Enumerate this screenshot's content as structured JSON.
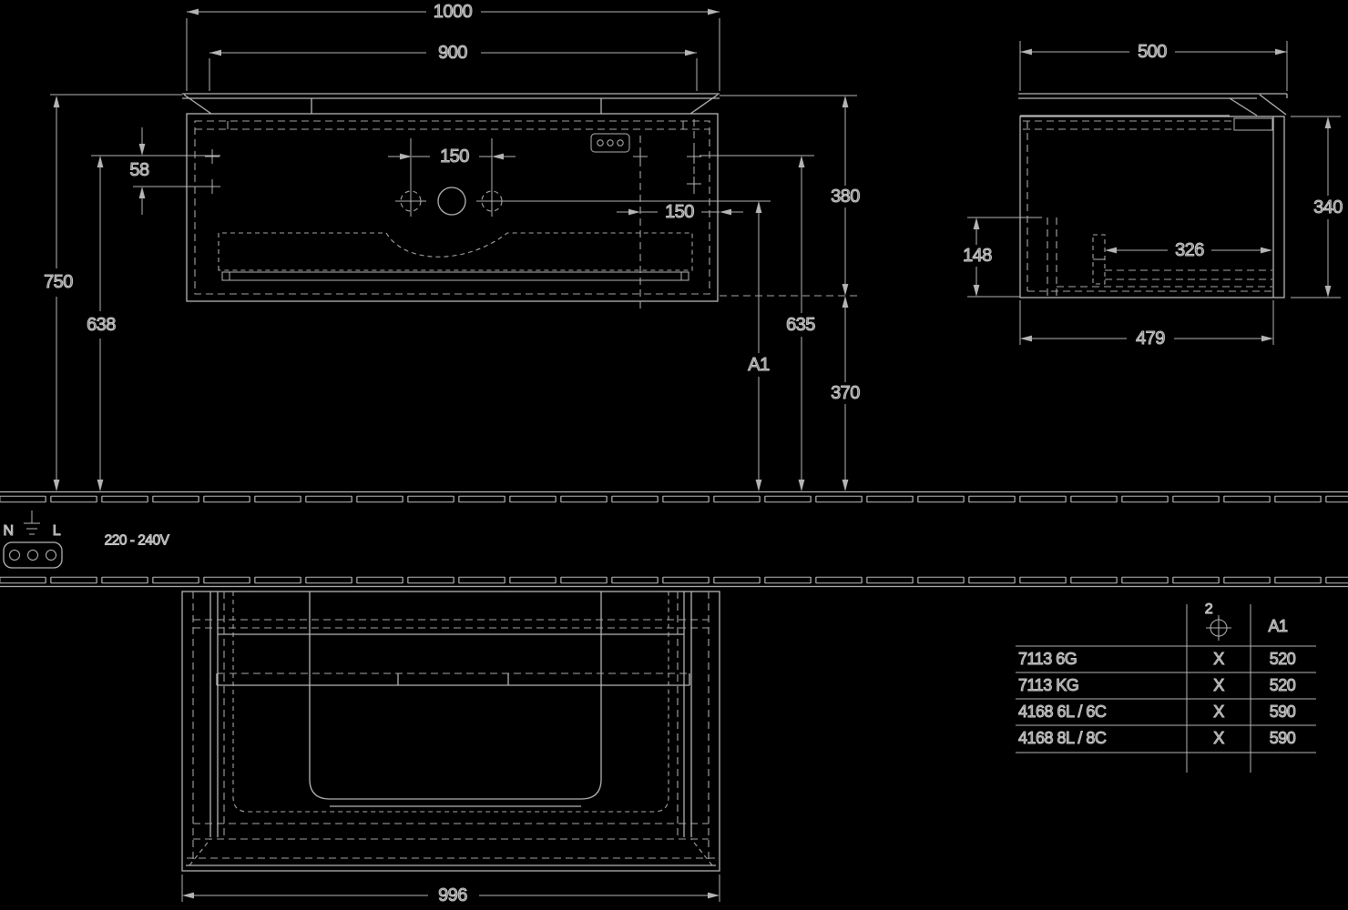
{
  "front_view": {
    "dim_overall_width": "1000",
    "dim_basin_width": "900",
    "dim_height_to_wall": "750",
    "dim_mounting_height": "638",
    "dim_mounting_hole_offset": "58",
    "dim_tap_hole_spacing": "150",
    "dim_right_tap_offset": "150",
    "dim_front_height": "380",
    "dim_mounting_line_height": "635",
    "dim_clearance_below": "370",
    "dim_tap_height_ref": "A1"
  },
  "side_view": {
    "dim_overall_depth": "500",
    "dim_cabinet_height": "340",
    "dim_drawer_front_height": "148",
    "dim_inner_depth": "326",
    "dim_cabinet_depth": "479"
  },
  "plan_view": {
    "dim_cabinet_width": "996"
  },
  "electrical": {
    "neutral_label": "N",
    "live_label": "L",
    "voltage_range": "220 - 240V"
  },
  "table": {
    "header_drill_qty": "2",
    "header_a1": "A1",
    "rows": [
      {
        "model": "7113 6G",
        "drill": "X",
        "a1": "520"
      },
      {
        "model": "7113 KG",
        "drill": "X",
        "a1": "520"
      },
      {
        "model": "4168 6L / 6C",
        "drill": "X",
        "a1": "590"
      },
      {
        "model": "4168 8L / 8C",
        "drill": "X",
        "a1": "590"
      }
    ]
  }
}
